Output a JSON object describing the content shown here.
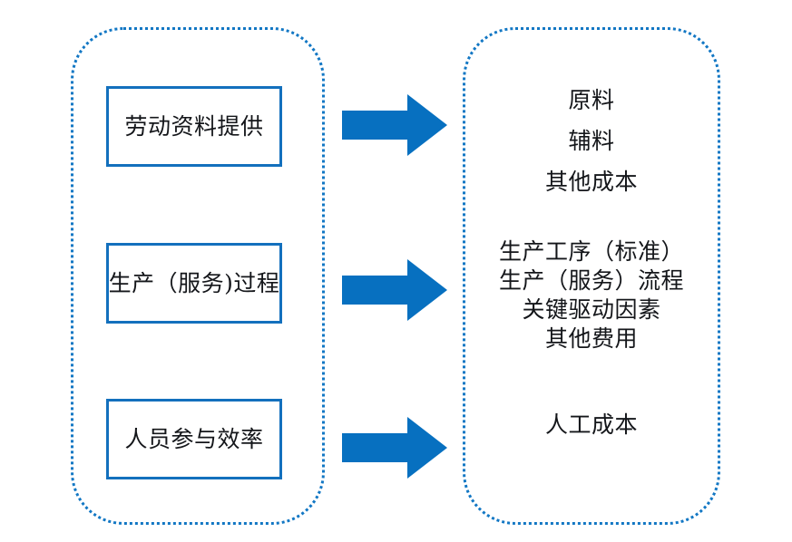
{
  "diagram": {
    "type": "process-mapping-diagram",
    "accent_color": "#0770c0",
    "border_color": "#1277c4",
    "box_border_color": "#1370bd",
    "text_color": "#14161a",
    "background": "#ffffff",
    "left_group": {
      "name": "inputs",
      "boxes": [
        {
          "id": "labor-resource-supply",
          "label": "劳动资料提供"
        },
        {
          "id": "production-service-process",
          "label": "生产（服务)过程"
        },
        {
          "id": "staff-participation-efficiency",
          "label": "人员参与效率"
        }
      ]
    },
    "arrows": [
      {
        "id": "arrow-1",
        "direction": "right",
        "icon": "right-arrow-icon"
      },
      {
        "id": "arrow-2",
        "direction": "right",
        "icon": "right-arrow-icon"
      },
      {
        "id": "arrow-3",
        "direction": "right",
        "icon": "right-arrow-icon"
      }
    ],
    "right_group": {
      "name": "outputs",
      "groups": [
        {
          "id": "materials-cost",
          "lines": [
            "原料",
            "辅料",
            "其他成本"
          ]
        },
        {
          "id": "process-cost",
          "lines": [
            "生产工序（标准）",
            "生产（服务）流程",
            "关键驱动因素",
            "其他费用"
          ]
        },
        {
          "id": "labor-cost",
          "lines": [
            "人工成本"
          ]
        }
      ]
    }
  }
}
